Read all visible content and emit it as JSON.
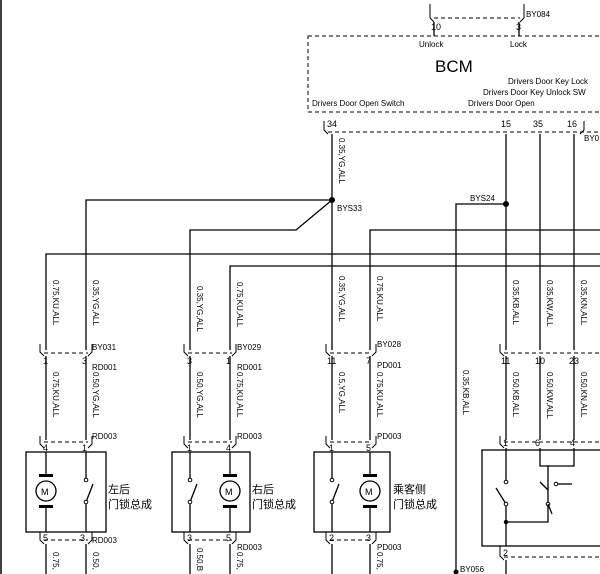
{
  "bcm": {
    "title": "BCM",
    "labels": {
      "unlock": "Unlock",
      "lock": "Lock",
      "key_lock": "Drivers Door Key Lock",
      "key_unlock": "Drivers Door Key Unlock SW",
      "open_switch": "Drivers Door Open Switch",
      "door_open": "Drivers Door Open"
    },
    "pins": {
      "p10": "10",
      "p3": "3",
      "p34": "34",
      "p15": "15",
      "p35": "35",
      "p16": "16"
    },
    "connector_top": "BY084",
    "connector_right": "BY0"
  },
  "splices": {
    "bys33": "BYS33",
    "bys24": "BYS24",
    "by056": "BY056"
  },
  "wires": {
    "w1": "0.35,YG,ALL",
    "w2": "0.35,KB,ALL",
    "w3": "0.35,KW,ALL",
    "w4": "0.35,KN,ALL",
    "w5": "0.75,KU,ALL",
    "w6": "0.35,YG,ALL",
    "w7": "0.35,YG,ALL",
    "w8": "0.75,KU,ALL",
    "w9": "0.35,YG,ALL",
    "w10": "0.75,KU,ALL",
    "w11": "0.35,KB,ALL",
    "lw1": "0.75,KU,ALL",
    "lw2": "0.50,YG,ALL",
    "lw3": "0.50,YG,ALL",
    "lw4": "0.75,KU,ALL",
    "lw5": "0.5,YG,ALL",
    "lw6": "0.75,KU,ALL",
    "lw7": "0.50,KB,ALL",
    "lw8": "0.50,KW,ALL",
    "lw9": "0.50,KN,ALL",
    "bw1": "0.75,",
    "bw2": "0.50,",
    "bw3": "0.50,B",
    "bw4": "0.75,",
    "bw5": "0.75,"
  },
  "connectors": {
    "by031": "BY031",
    "by029": "BY029",
    "by028": "BY028",
    "rd001a": "RD001",
    "rd001b": "RD001",
    "pd001": "PD001",
    "rd003a": "RD003",
    "rd003b": "RD003",
    "pd003a": "PD003",
    "rd003c": "RD003",
    "rd003d": "RD003",
    "pd003b": "PD003"
  },
  "pins": {
    "a1": "1",
    "a3": "3",
    "b3": "3",
    "b1": "1",
    "c11": "11",
    "c7": "7",
    "d11": "11",
    "d10": "10",
    "d23": "23",
    "e4": "4",
    "e1": "1",
    "f1": "1",
    "f4": "4",
    "g1": "1",
    "g5": "5",
    "h1": "1",
    "h6": "6",
    "h4": "4",
    "i5": "5",
    "i3": "3",
    "j3": "3",
    "j5": "5",
    "k2": "2",
    "k3": "3",
    "l2": "2"
  },
  "modules": {
    "rear_left": {
      "line1": "左后",
      "line2": "门锁总成",
      "motor": "M"
    },
    "rear_right": {
      "line1": "右后",
      "line2": "门锁总成",
      "motor": "M"
    },
    "passenger": {
      "line1": "乘客侧",
      "line2": "门锁总成",
      "motor": "M"
    }
  }
}
